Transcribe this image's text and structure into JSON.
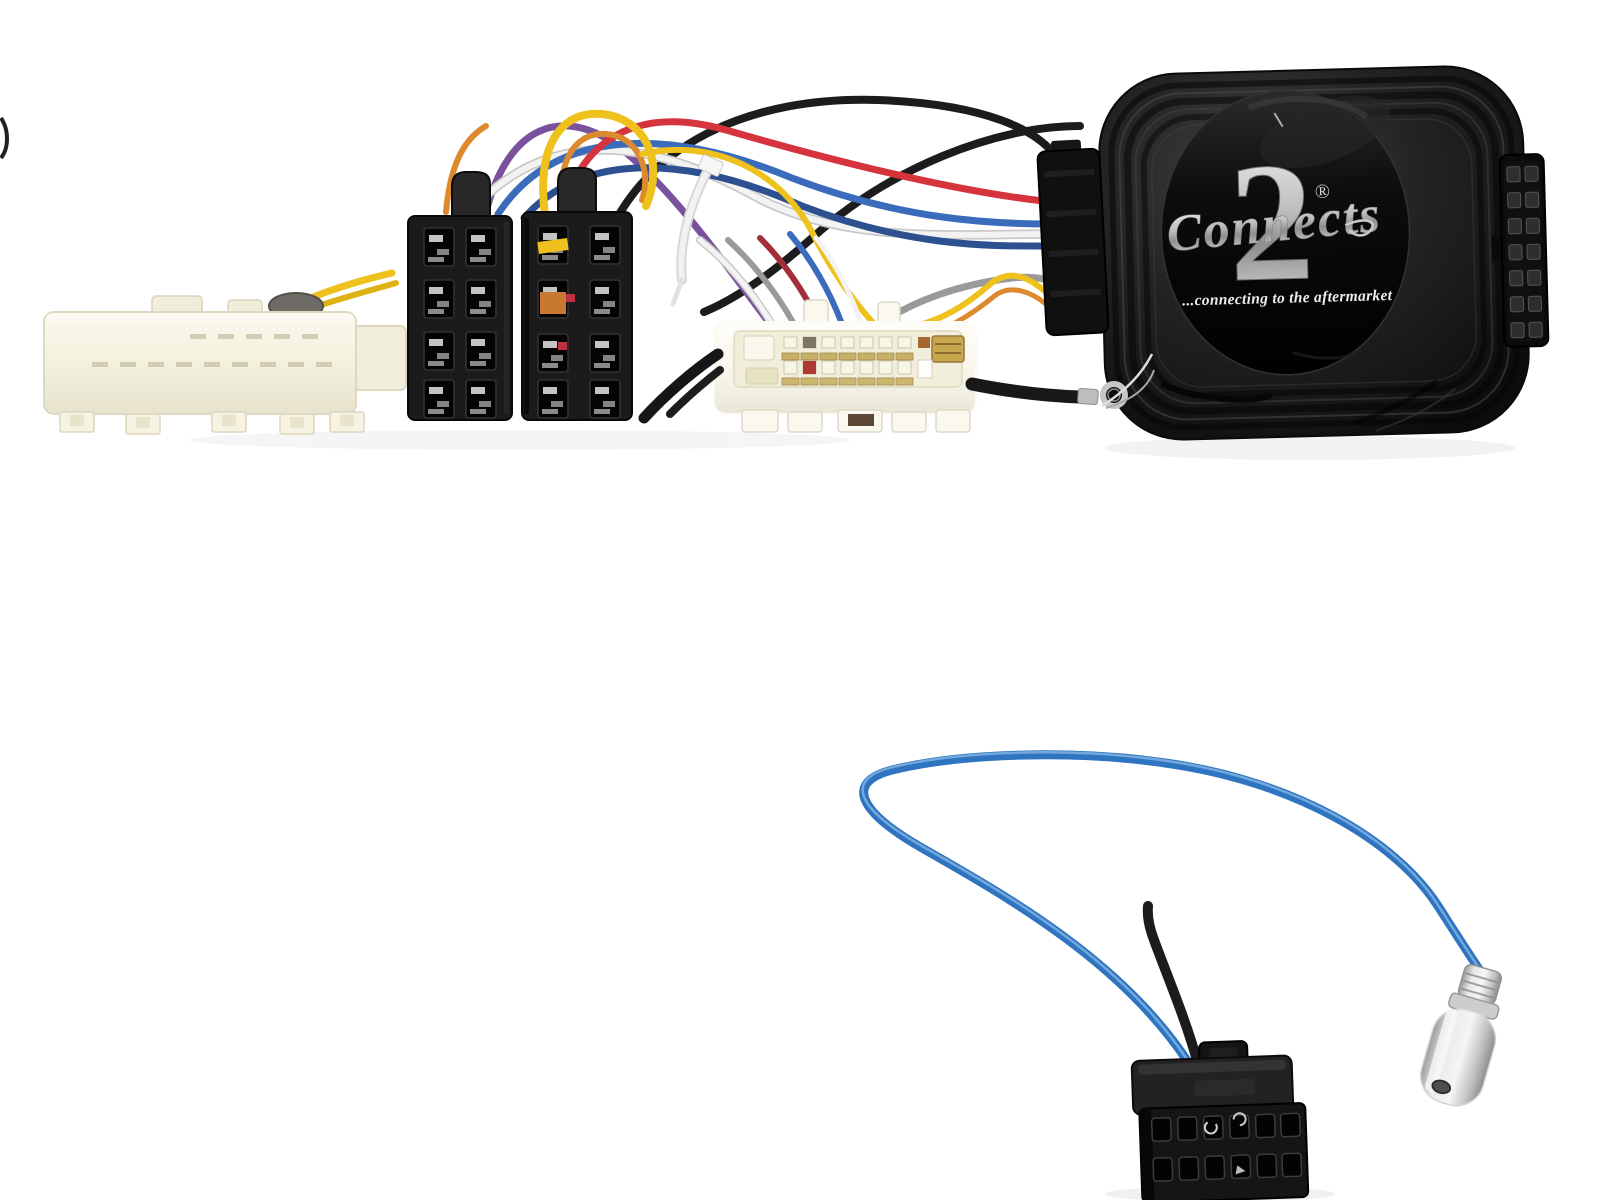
{
  "logo": {
    "script_word": "Connects",
    "numeral": "2",
    "registered_mark": "®",
    "tagline": "...connecting to the aftermarket"
  },
  "palette": {
    "background": "#ffffff",
    "box_body": "#1e1e1e",
    "logo_silver": "#d9d9d9",
    "cream_connector": "#f5f2e1",
    "white_connector": "#fbfaf3",
    "iso_black": "#1b1b1b",
    "gold_terminal": "#c8a74e",
    "wire_yellow": "#eec11c",
    "wire_orange": "#dd8a2e",
    "wire_red": "#d6343c",
    "wire_purple": "#7a519c",
    "wire_blue": "#3b6cbb",
    "wire_blue_dark": "#2d5090",
    "wire_white": "#f3f3f3",
    "wire_gray": "#9a9a9a",
    "wire_black": "#1c1c1c",
    "antenna_cable_blue": "#2e74c0",
    "antenna_plug_silver": "#d6d6d6"
  }
}
